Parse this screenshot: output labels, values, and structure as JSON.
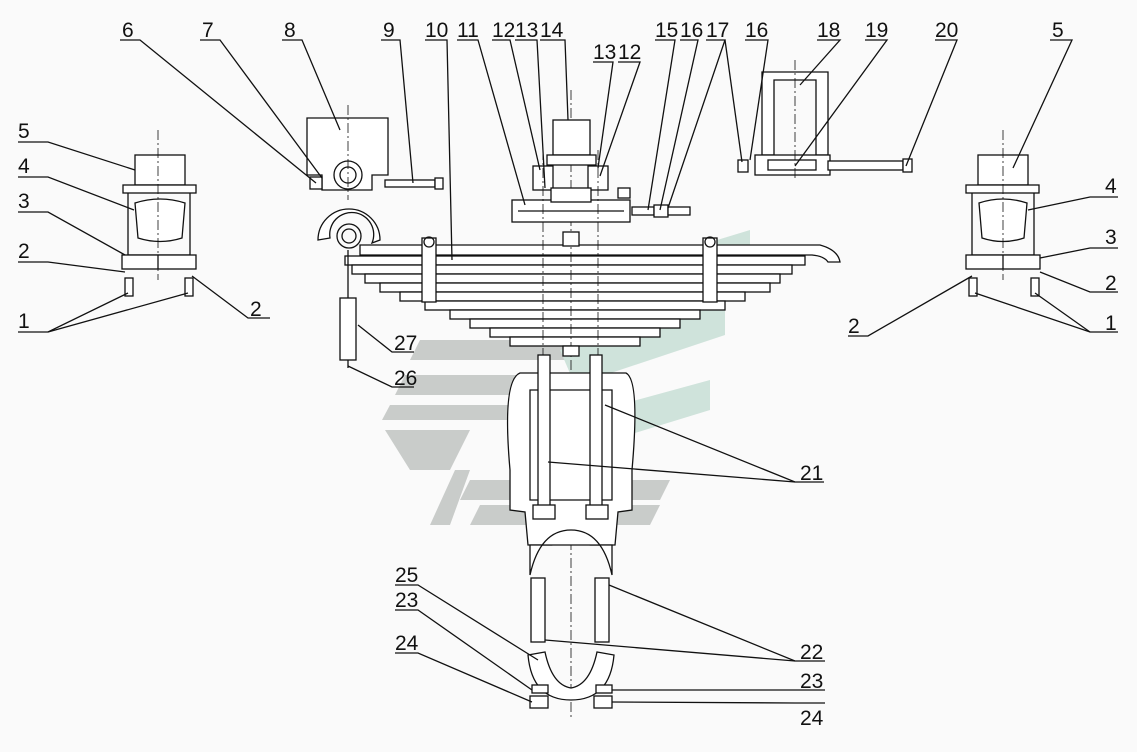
{
  "callouts": {
    "n1": "1",
    "n2": "2",
    "n3": "3",
    "n4": "4",
    "n5": "5",
    "n6": "6",
    "n7": "7",
    "n8": "8",
    "n9": "9",
    "n10": "10",
    "n11": "11",
    "n12": "12",
    "n13": "13",
    "n14": "14",
    "n15": "15",
    "n16": "16",
    "n17": "17",
    "n18": "18",
    "n19": "19",
    "n20": "20",
    "n21": "21",
    "n22": "22",
    "n23": "23",
    "n24": "24",
    "n25": "25",
    "n26": "26",
    "n27": "27"
  },
  "colors": {
    "line": "#111111",
    "background": "#fafafa",
    "watermark_gray": "#c9ccca",
    "watermark_green": "#cfe3db"
  }
}
